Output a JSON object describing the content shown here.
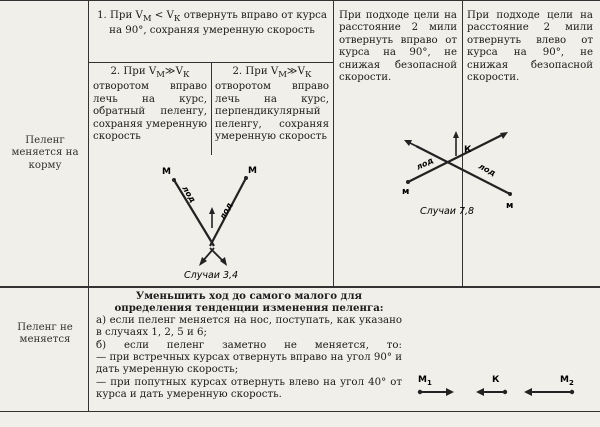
{
  "rows": [
    {
      "label": "Пеленг меняется на корму",
      "header": "1. При V",
      "header_sub1": "М",
      "header_rel": " < V",
      "header_sub2": "К",
      "header_rest": " отвернуть вправо от курса на 90°, сохраняя умеренную скорость",
      "case_a": {
        "head": "2. При V",
        "head_sub1": "М",
        "head_rel": "≫V",
        "head_sub2": "К",
        "text": "отворотом вправо лечь на курс, обратный пеленгу, сохраняя умеренную скорость"
      },
      "case_b": {
        "head": "2. При V",
        "head_sub1": "М",
        "head_rel": "≫V",
        "head_sub2": "К",
        "text": "отворотом вправо лечь на курс, перпендикулярный пеленгу, сохраняя умеренную скорость"
      },
      "case_c": "При подходе цели на расстояние 2 мили отвернуть вправо от курса на 90°, не снижая безопасной скорости.",
      "case_d": "При подходе цели на расстояние 2 мили отвернуть влево от курса на 90°, не снижая безопасной скорости.",
      "diagram_left": {
        "caption": "Случаи 3,4",
        "label_m": "М",
        "label_lod": "лод"
      },
      "diagram_right": {
        "caption": "Случаи 7,8",
        "label_m": "м",
        "label_k": "К",
        "label_lod": "лод"
      }
    },
    {
      "label": "Пеленг не меняется",
      "title": "Уменьшить ход до самого малого для определения тенденции изменения пеленга:",
      "items": [
        "а) если пеленг меняется на нос, поступать, как указано в случаях 1, 2, 5 и 6;",
        "б) если пеленг заметно не меняется, то:",
        "— при встречных курсах отвернуть вправо на угол 90° и дать умеренную скорость;",
        "— при попутных курсах отвернуть влево на угол 40° от курса и дать умеренную скорость."
      ],
      "diagram": {
        "label_m1": "М",
        "label_m1_sub": "1",
        "label_k": "К",
        "label_m2": "М",
        "label_m2_sub": "2"
      }
    }
  ]
}
